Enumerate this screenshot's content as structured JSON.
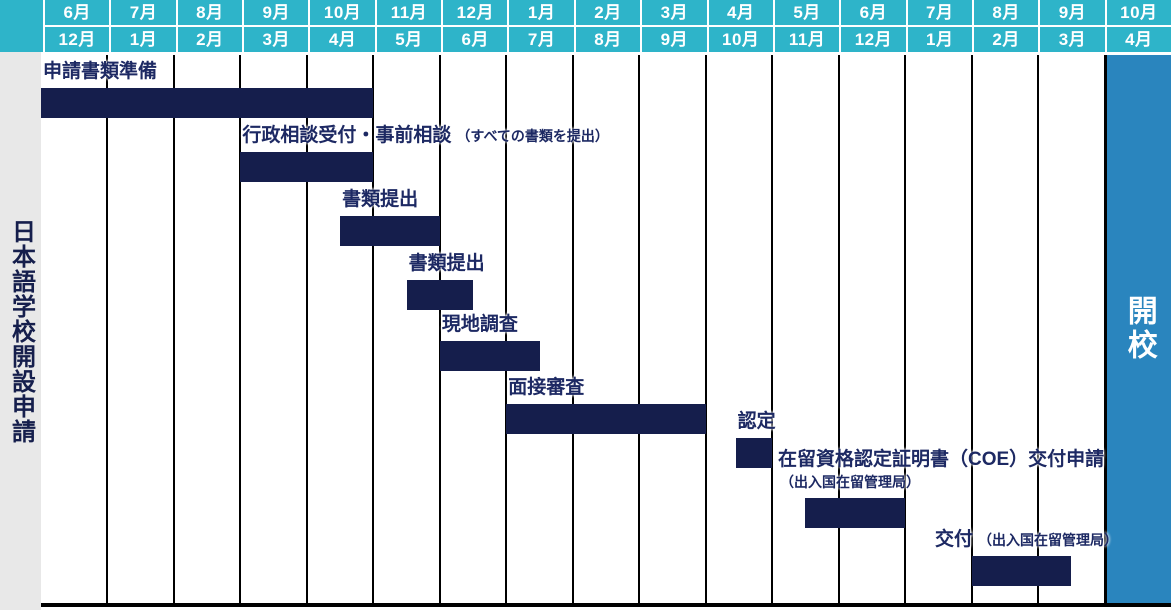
{
  "sidebar": {
    "label": "日本語学校開設申請"
  },
  "final_column": {
    "label": "開校"
  },
  "colors": {
    "header_teal": "#2EB4C9",
    "final_column_blue": "#2A85BE",
    "bar_navy": "#151E4C",
    "label_navy": "#1D2963",
    "sidebar_gray": "#E8E8E8",
    "header_text": "#FFFFFF",
    "grid_line": "#000000"
  },
  "chart_data": {
    "type": "gantt",
    "header_rows": 2,
    "columns": [
      {
        "top": "6月",
        "bottom": "12月"
      },
      {
        "top": "7月",
        "bottom": "1月"
      },
      {
        "top": "8月",
        "bottom": "2月"
      },
      {
        "top": "9月",
        "bottom": "3月"
      },
      {
        "top": "10月",
        "bottom": "4月"
      },
      {
        "top": "11月",
        "bottom": "5月"
      },
      {
        "top": "12月",
        "bottom": "6月"
      },
      {
        "top": "1月",
        "bottom": "7月"
      },
      {
        "top": "2月",
        "bottom": "8月"
      },
      {
        "top": "3月",
        "bottom": "9月"
      },
      {
        "top": "4月",
        "bottom": "10月"
      },
      {
        "top": "5月",
        "bottom": "11月"
      },
      {
        "top": "6月",
        "bottom": "12月"
      },
      {
        "top": "7月",
        "bottom": "1月"
      },
      {
        "top": "8月",
        "bottom": "2月"
      },
      {
        "top": "9月",
        "bottom": "3月"
      },
      {
        "top": "10月",
        "bottom": "4月"
      }
    ],
    "tasks": [
      {
        "label": "申請書類準備",
        "sublabel": "",
        "sublabel_position": "none",
        "start": 0,
        "end": 5
      },
      {
        "label": "行政相談受付・事前相談",
        "sublabel": "（すべての書類を提出）",
        "sublabel_position": "inline",
        "start": 3,
        "end": 5
      },
      {
        "label": "書類提出",
        "sublabel": "",
        "sublabel_position": "none",
        "start": 4.5,
        "end": 6
      },
      {
        "label": "書類提出",
        "sublabel": "",
        "sublabel_position": "none",
        "start": 5.5,
        "end": 6.5
      },
      {
        "label": "現地調査",
        "sublabel": "",
        "sublabel_position": "none",
        "start": 6,
        "end": 7.5
      },
      {
        "label": "面接審査",
        "sublabel": "",
        "sublabel_position": "none",
        "start": 7,
        "end": 10
      },
      {
        "label": "認定",
        "sublabel": "",
        "sublabel_position": "none",
        "start": 10.45,
        "end": 11
      },
      {
        "label": "在留資格認定証明書（COE）交付申請",
        "sublabel": "（出入国在留管理局）",
        "sublabel_position": "below",
        "start": 11.5,
        "end": 13
      },
      {
        "label": "交付",
        "sublabel": "（出入国在留管理局）",
        "sublabel_position": "inline",
        "start": 14,
        "end": 15.5
      }
    ]
  }
}
